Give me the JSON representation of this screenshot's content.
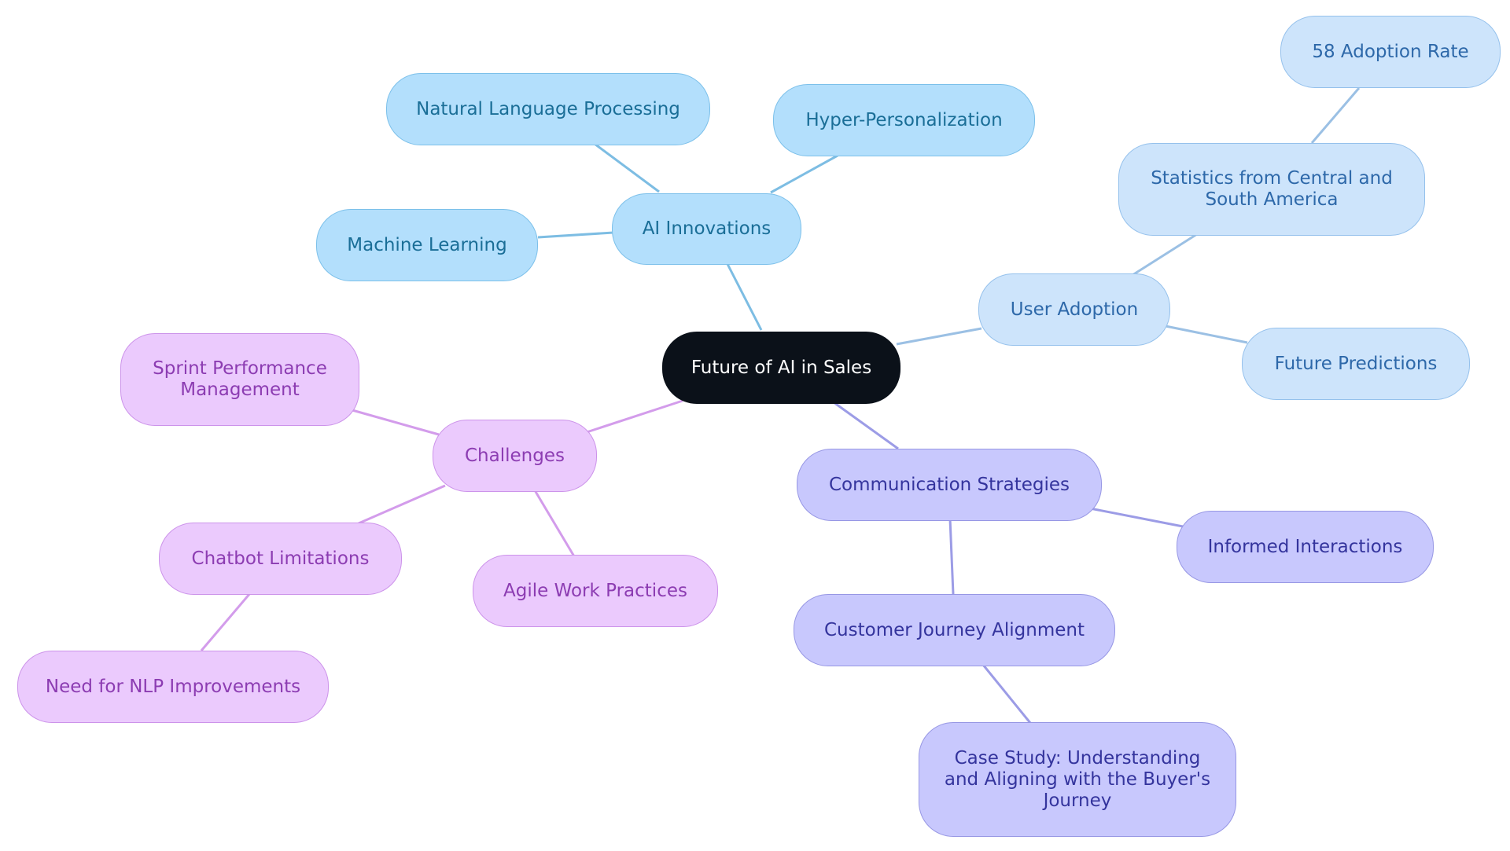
{
  "diagram": {
    "root": {
      "label": "Future of AI in Sales"
    },
    "branches": {
      "ai_innovations": {
        "label": "AI Innovations",
        "color": "#7dbde3",
        "children": {
          "nlp": "Natural Language Processing",
          "hyper": "Hyper-Personalization",
          "ml": "Machine Learning"
        }
      },
      "user_adoption": {
        "label": "User Adoption",
        "color": "#9bc0e4",
        "children": {
          "stats": "Statistics from Central and South America",
          "adoption_rate": "58 Adoption Rate",
          "future": "Future Predictions"
        }
      },
      "communication": {
        "label": "Communication Strategies",
        "color": "#9c9ce6",
        "children": {
          "informed": "Informed Interactions",
          "journey": "Customer Journey Alignment",
          "case_study": "Case Study: Understanding and Aligning with the Buyer's Journey"
        }
      },
      "challenges": {
        "label": "Challenges",
        "color": "#d39ceb",
        "children": {
          "sprint": "Sprint Performance Management",
          "chatbot": "Chatbot Limitations",
          "agile": "Agile Work Practices",
          "nlp_improve": "Need for NLP Improvements"
        }
      }
    }
  }
}
